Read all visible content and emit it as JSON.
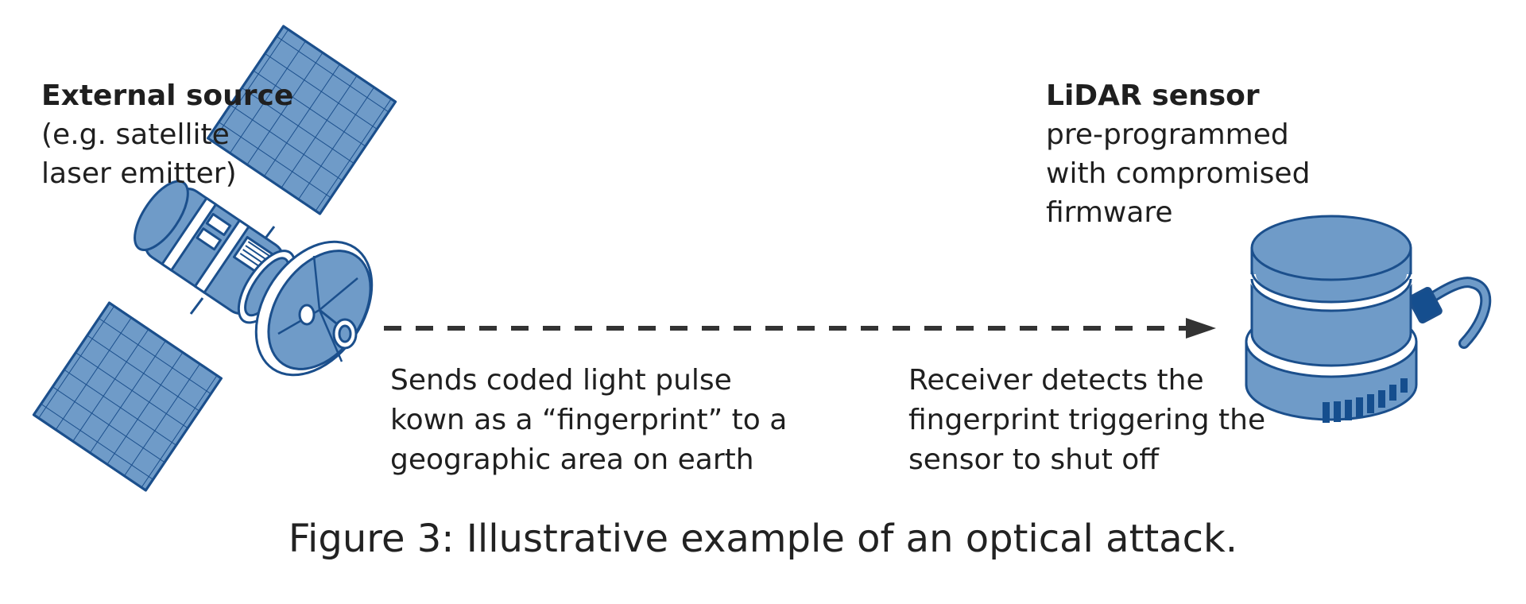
{
  "colors": {
    "panel": "#6f9bc8",
    "outline": "#1b4f8c",
    "dark_accent": "#154e8e",
    "arrow": "#333333",
    "text": "#1f1f1f"
  },
  "source": {
    "title": "External source",
    "lines": [
      "(e.g. satellite",
      "laser emitter)"
    ]
  },
  "sensor": {
    "title": "LiDAR sensor",
    "lines": [
      "pre-programmed",
      "with compromised",
      "firmware"
    ]
  },
  "emit_caption": {
    "lines": [
      "Sends coded light pulse",
      "kown as a “fingerprint” to a",
      "geographic area on earth"
    ]
  },
  "detect_caption": {
    "lines": [
      "Receiver detects the",
      "fingerprint triggering the",
      "sensor to shut off"
    ]
  },
  "figure_caption": "Figure 3: Illustrative example of an optical attack."
}
